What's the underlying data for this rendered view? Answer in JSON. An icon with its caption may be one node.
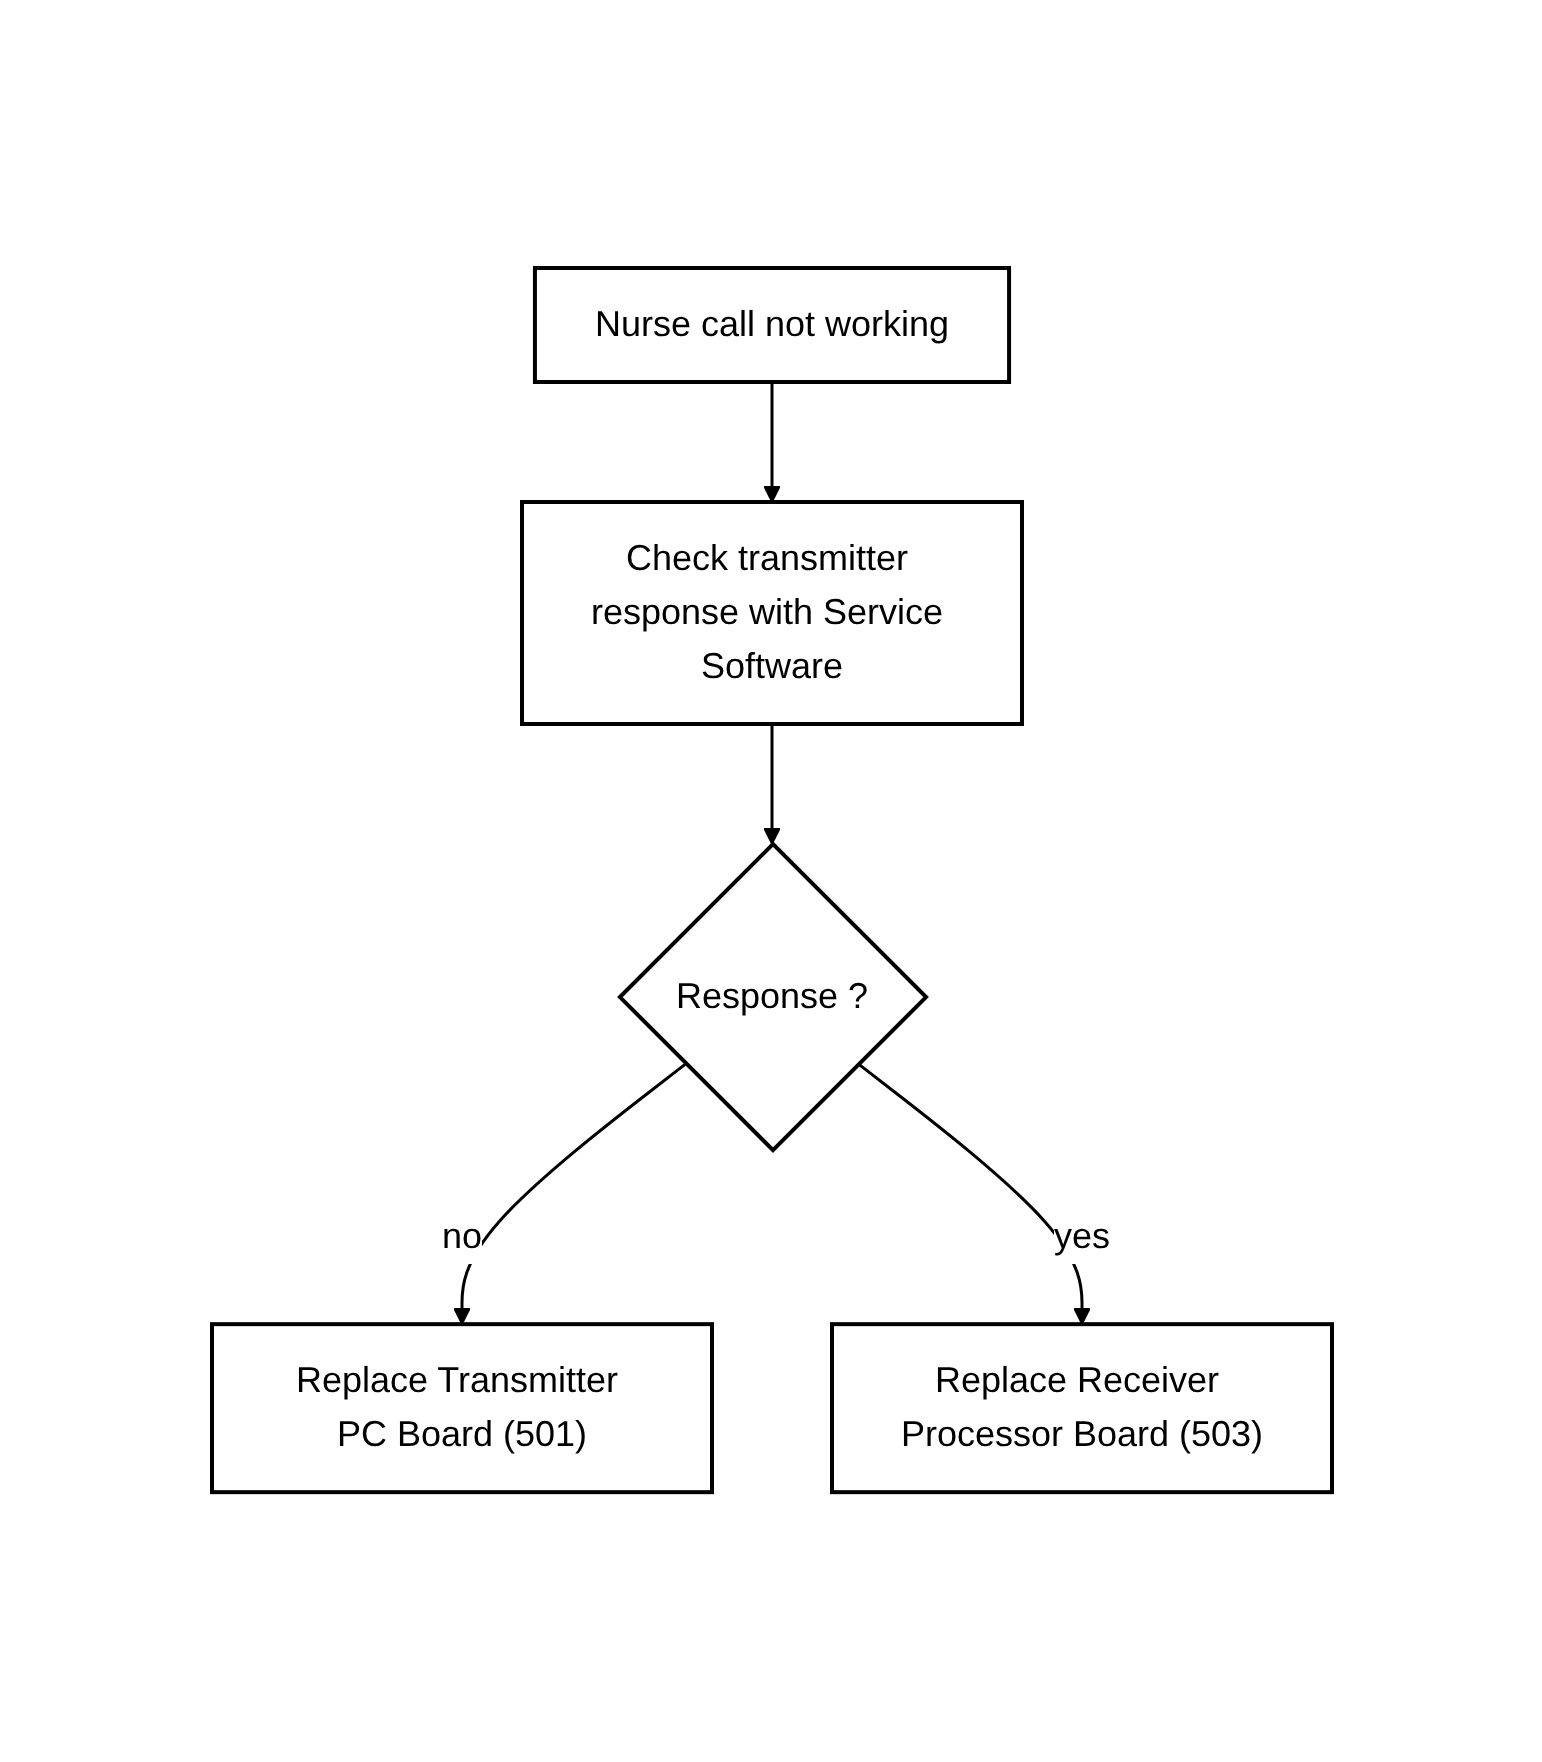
{
  "diagram": {
    "nodes": [
      {
        "text": [
          "Nurse call not working"
        ]
      },
      {
        "text": [
          "Check transmitter response with Service Software"
        ]
      },
      {
        "text": [
          "Response ?"
        ]
      },
      {
        "text": [
          "Replace Transmitter PC Board (501)"
        ]
      },
      {
        "text": [
          "Replace Receiver Processor Board (503)"
        ]
      }
    ],
    "edges": [
      {
        "from": 0,
        "to": 1,
        "arrow": "to"
      },
      {
        "from": 1,
        "to": 2,
        "arrow": "to"
      },
      {
        "from": 2,
        "to": 3,
        "arrow": "to",
        "label": "no"
      },
      {
        "from": 2,
        "to": 4,
        "arrow": "to",
        "label": "yes"
      }
    ]
  }
}
